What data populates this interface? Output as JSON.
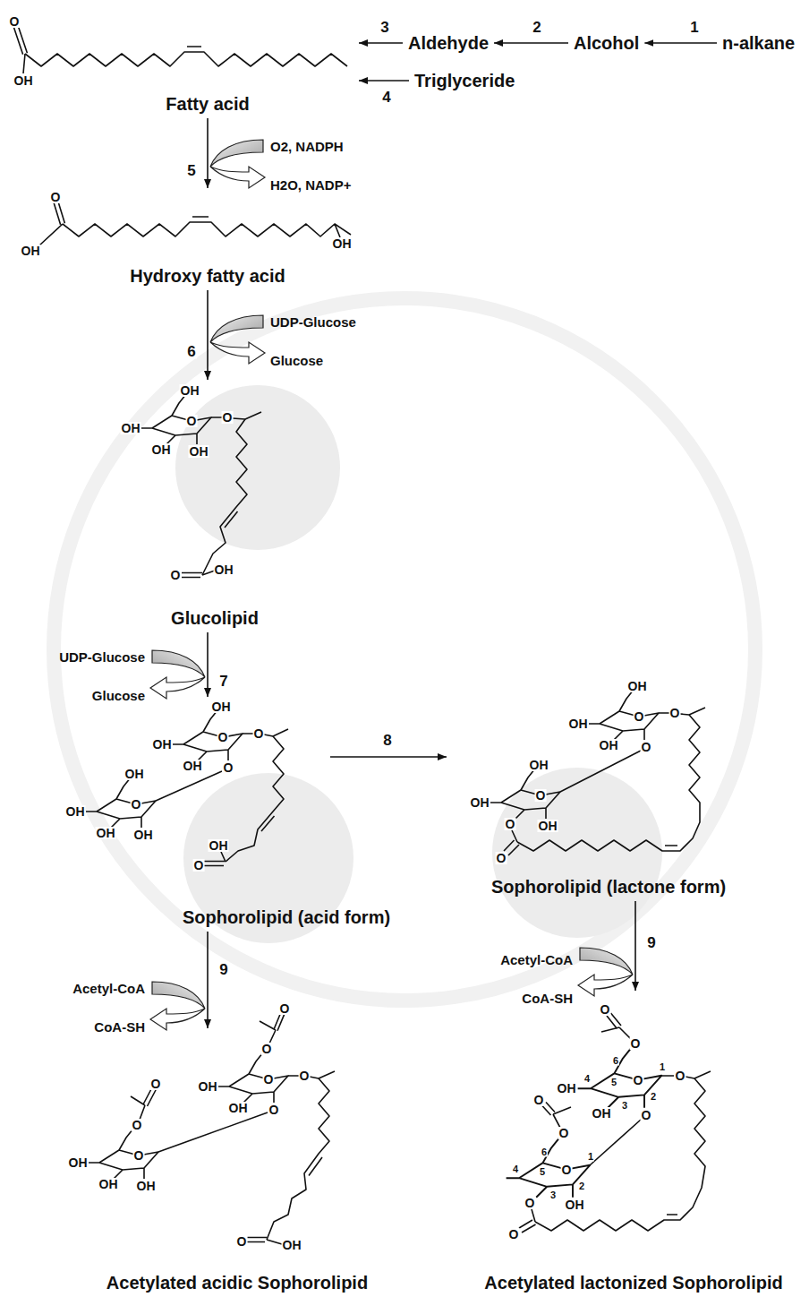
{
  "diagram": {
    "nodes": [
      {
        "text": [
          "Fatty acid"
        ]
      },
      {
        "text": [
          "Aldehyde"
        ]
      },
      {
        "text": [
          "Alcohol"
        ]
      },
      {
        "text": [
          "n-alkane"
        ]
      },
      {
        "text": [
          "Triglyceride"
        ]
      },
      {
        "text": [
          "Hydroxy fatty acid"
        ]
      },
      {
        "text": [
          "Glucolipid"
        ]
      },
      {
        "text": [
          "Sophorolipid (acid form)"
        ]
      },
      {
        "text": [
          "Sophorolipid (lactone form)"
        ]
      },
      {
        "text": [
          "Acetylated acidic Sophorolipid"
        ]
      },
      {
        "text": [
          "Acetylated lactonized Sophorolipid"
        ]
      }
    ],
    "edges": [
      {
        "from": 3,
        "to": 2,
        "arrow": "to",
        "label": "1"
      },
      {
        "from": 2,
        "to": 1,
        "arrow": "to",
        "label": "2"
      },
      {
        "from": 1,
        "to": 0,
        "arrow": "to",
        "label": "3"
      },
      {
        "from": 4,
        "to": 0,
        "arrow": "to",
        "label": "4"
      },
      {
        "from": 0,
        "to": 5,
        "arrow": "to",
        "label": "5"
      },
      {
        "from": 5,
        "to": 6,
        "arrow": "to",
        "label": "6"
      },
      {
        "from": 6,
        "to": 7,
        "arrow": "to",
        "label": "7"
      },
      {
        "from": 7,
        "to": 8,
        "arrow": "to",
        "label": "8"
      },
      {
        "from": 7,
        "to": 9,
        "arrow": "to",
        "label": "9"
      },
      {
        "from": 8,
        "to": 10,
        "arrow": "to",
        "label": "9"
      }
    ],
    "labels": [
      "O",
      "OH",
      "O2, NADPH",
      "H2O, NADP+",
      "O",
      "OH",
      "OH",
      "UDP-Glucose",
      "Glucose",
      "OH",
      "OH",
      "O",
      "O",
      "OH",
      "OH",
      "OH",
      "O",
      "UDP-Glucose",
      "Glucose",
      "OH",
      "OH",
      "O",
      "O",
      "OH",
      "O",
      "OH",
      "O",
      "OH",
      "OH",
      "OH",
      "OH",
      "O",
      "OH",
      "OH",
      "O",
      "O",
      "OH",
      "O",
      "OH",
      "O",
      "OH",
      "O",
      "OH",
      "O",
      "Acetyl-CoA",
      "CoA-SH",
      "Acetyl-CoA",
      "CoA-SH",
      "O",
      "O",
      "O",
      "OH",
      "O",
      "O",
      "OH",
      "O",
      "O",
      "O",
      "OH",
      "OH",
      "OH",
      "OH",
      "O",
      "O",
      "O",
      "6",
      "1",
      "4",
      "O",
      "O",
      "5",
      "OH",
      "2",
      "3",
      "OH",
      "O",
      "O",
      "O",
      "6",
      "1",
      "4",
      "O",
      "5",
      "2",
      "3",
      "O",
      "OH",
      "O"
    ]
  }
}
